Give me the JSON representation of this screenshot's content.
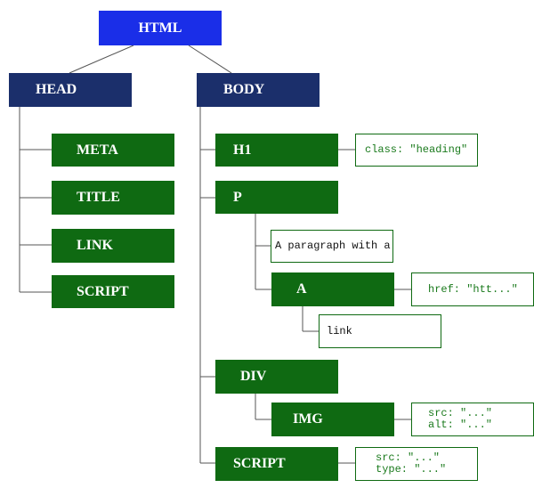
{
  "tree": {
    "root": "HTML",
    "head": {
      "label": "HEAD",
      "children": [
        "META",
        "TITLE",
        "LINK",
        "SCRIPT"
      ]
    },
    "body": {
      "label": "BODY",
      "h1": {
        "label": "H1",
        "attr": "class: \"heading\""
      },
      "p": {
        "label": "P",
        "text": "A paragraph with a",
        "a": {
          "label": "A",
          "attr": "href: \"htt...\"",
          "text": "link"
        }
      },
      "div": {
        "label": "DIV",
        "img": {
          "label": "IMG",
          "attr_line1": "src: \"...\"",
          "attr_line2": "alt: \"...\""
        }
      },
      "script": {
        "label": "SCRIPT",
        "attr_line1": "src: \"...\"",
        "attr_line2": "type: \"...\""
      }
    }
  },
  "colors": {
    "root": "#1a2ee8",
    "section": "#1b2f6b",
    "element": "#0f6a12",
    "attribute_text": "#1a7a1c",
    "connector": "#555555"
  }
}
